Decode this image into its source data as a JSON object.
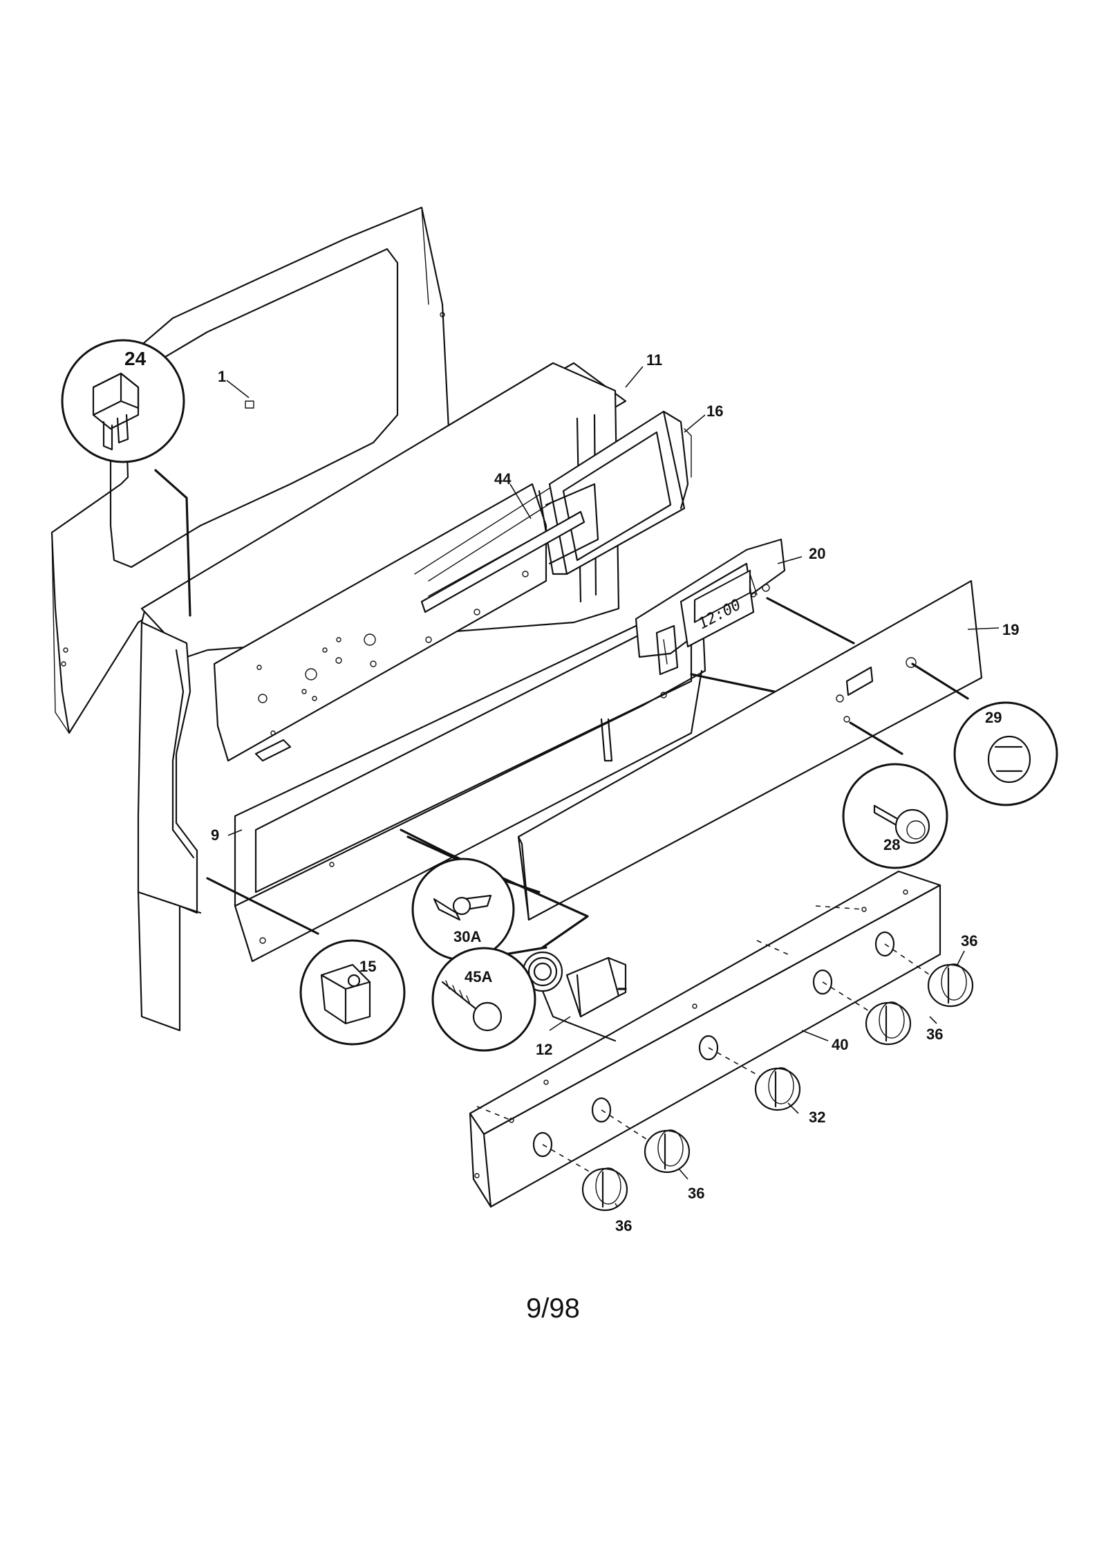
{
  "parts": [
    {
      "id": "p1",
      "label": "1"
    },
    {
      "id": "p24",
      "label": "24"
    },
    {
      "id": "p11",
      "label": "11"
    },
    {
      "id": "p16",
      "label": "16"
    },
    {
      "id": "p44",
      "label": "44"
    },
    {
      "id": "p20",
      "label": "20"
    },
    {
      "id": "p19",
      "label": "19"
    },
    {
      "id": "p29",
      "label": "29"
    },
    {
      "id": "p28",
      "label": "28"
    },
    {
      "id": "p9",
      "label": "9"
    },
    {
      "id": "p30A",
      "label": "30A"
    },
    {
      "id": "p15",
      "label": "15"
    },
    {
      "id": "p45A",
      "label": "45A"
    },
    {
      "id": "p12",
      "label": "12"
    },
    {
      "id": "p40",
      "label": "40"
    },
    {
      "id": "p32",
      "label": "32"
    },
    {
      "id": "p36a",
      "label": "36"
    },
    {
      "id": "p36b",
      "label": "36"
    },
    {
      "id": "p36c",
      "label": "36"
    },
    {
      "id": "p36d",
      "label": "36"
    }
  ],
  "clock_display": "12:00",
  "footer_text": "9/98"
}
